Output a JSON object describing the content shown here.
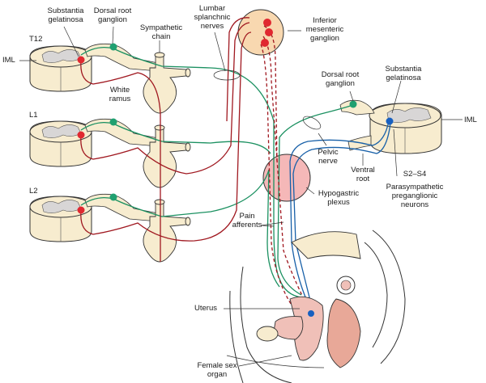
{
  "title": "Innervation of the uterus and female sex organ",
  "colors": {
    "sympathetic": "#a01820",
    "afferent_green": "#1a9060",
    "parasympathetic_blue": "#1860a8",
    "tissue": "#f7eccf",
    "grey_matter": "#d8d6d6",
    "ganglion": "#f8d8b0",
    "plexus": "#f5b8b8",
    "organ": "#f0c0b8",
    "neuron_red": "#e02830",
    "neuron_green": "#20a070",
    "neuron_blue": "#1860c0"
  },
  "labels": {
    "substantia_gelatinosa_left": "Substantia\ngelatinosa",
    "dorsal_root_ganglion_left": "Dorsal root\nganglion",
    "sympathetic_chain": "Sympathetic\nchain",
    "lumbar_splanchnic": "Lumbar\nsplanchnic\nnerves",
    "inferior_mesenteric": "Inferior\nmesenteric\nganglion",
    "t12": "T12",
    "iml_left": "IML",
    "white_ramus": "White\nramus",
    "l1": "L1",
    "l2": "L2",
    "dorsal_root_ganglion_right": "Dorsal root\nganglion",
    "substantia_gelatinosa_right": "Substantia\ngelatinosa",
    "iml_right": "IML",
    "pelvic_nerve": "Pelvic\nnerve",
    "ventral_root": "Ventral\nroot",
    "s2_s4": "S2–S4",
    "parasympathetic_neurons": "Parasympathetic\npreganglionic\nneurons",
    "hypogastric_plexus": "Hypogastric\nplexus",
    "pain_afferents": "Pain\nafferents",
    "uterus": "Uterus",
    "female_sex_organ": "Female sex\norgan"
  }
}
